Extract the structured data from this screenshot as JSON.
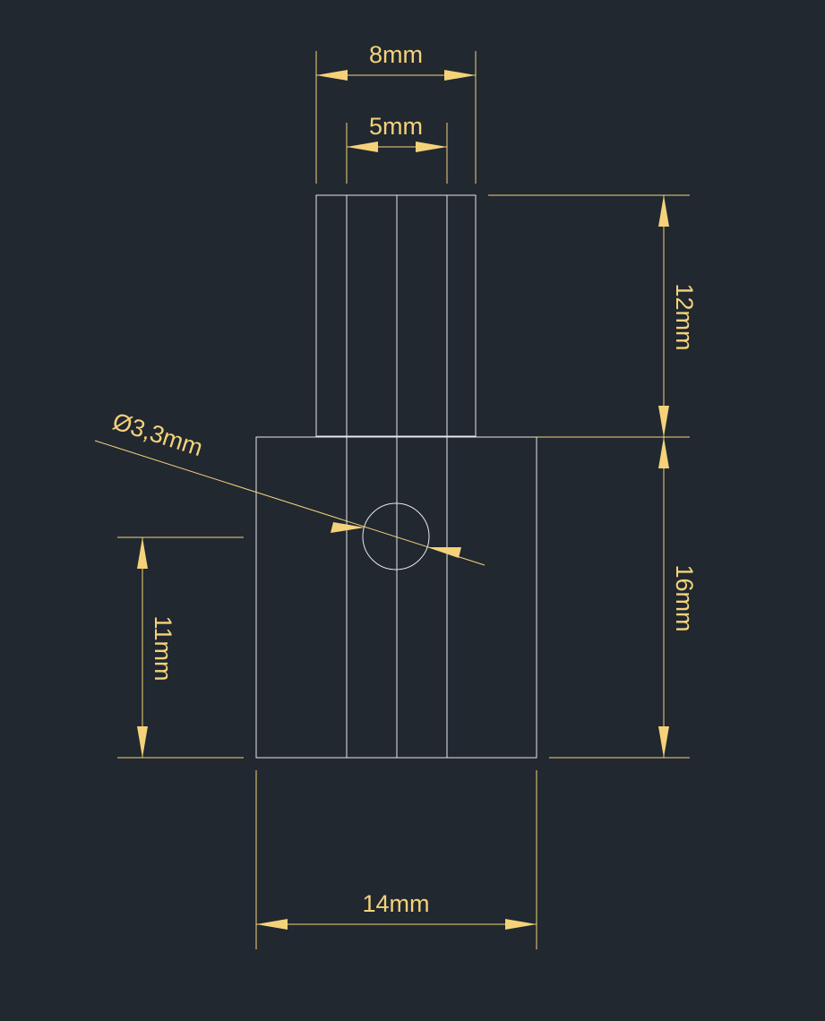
{
  "colors": {
    "background": "#212830",
    "geometry": "#e8e8e8",
    "dimension": "#f5d27a"
  },
  "dimensions": {
    "top_width": "8mm",
    "slot_width": "5mm",
    "top_height": "12mm",
    "bottom_height": "16mm",
    "hole_offset": "11mm",
    "bottom_width": "14mm",
    "hole_diameter": "Ø3,3mm"
  }
}
